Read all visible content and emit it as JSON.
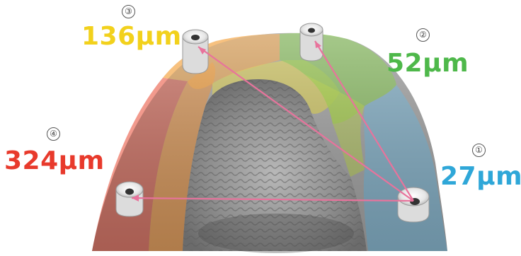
{
  "implants": [
    {
      "number": "①",
      "deviation": "27µm",
      "color": "#2fa7d8"
    },
    {
      "number": "②",
      "deviation": "52µm",
      "color": "#4eb84a"
    },
    {
      "number": "③",
      "deviation": "136µm",
      "color": "#f2d11c"
    },
    {
      "number": "④",
      "deviation": "324µm",
      "color": "#e83a2c"
    }
  ],
  "colors": {
    "connector_line": "#e8739c",
    "scan_gray": "#8a8a8a"
  }
}
